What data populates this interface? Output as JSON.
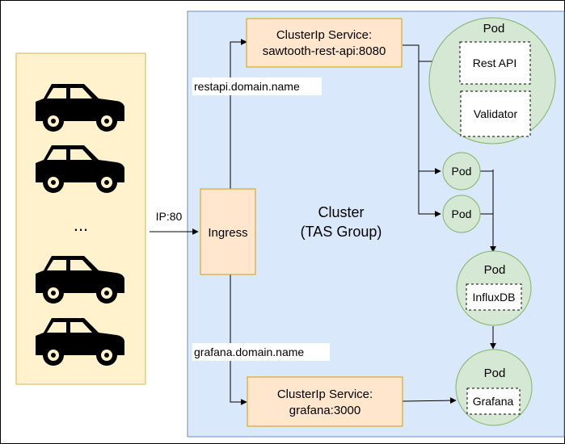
{
  "edge_labels": {
    "ip": "IP:80",
    "restapi_domain": "restapi.domain.name",
    "grafana_domain": "grafana.domain.name"
  },
  "cars": {
    "ellipsis": "..."
  },
  "cluster": {
    "title_line1": "Cluster",
    "title_line2": "(TAS Group)"
  },
  "ingress": {
    "label": "Ingress"
  },
  "rest_service": {
    "line1": "ClusterIp Service:",
    "line2": "sawtooth-rest-api:8080"
  },
  "grafana_service": {
    "line1": "ClusterIp Service:",
    "line2": "grafana:3000"
  },
  "pod_main": {
    "label": "Pod",
    "rest_api": "Rest API",
    "validator": "Validator"
  },
  "pod_small_1": {
    "label": "Pod"
  },
  "pod_small_2": {
    "label": "Pod"
  },
  "pod_influx": {
    "label": "Pod",
    "inner": "InfluxDB"
  },
  "pod_grafana": {
    "label": "Pod",
    "inner": "Grafana"
  },
  "colors": {
    "cluster_fill": "#dae8fc",
    "cluster_stroke": "#6c8ebf",
    "service_fill": "#ffe6cc",
    "service_stroke": "#d79b00",
    "cars_fill": "#fff2cc",
    "cars_stroke": "#d6b656",
    "pod_fill": "#d5e8d4",
    "pod_stroke": "#82b366"
  },
  "icons": [
    "car-icon",
    "car-icon",
    "car-icon",
    "car-icon"
  ]
}
